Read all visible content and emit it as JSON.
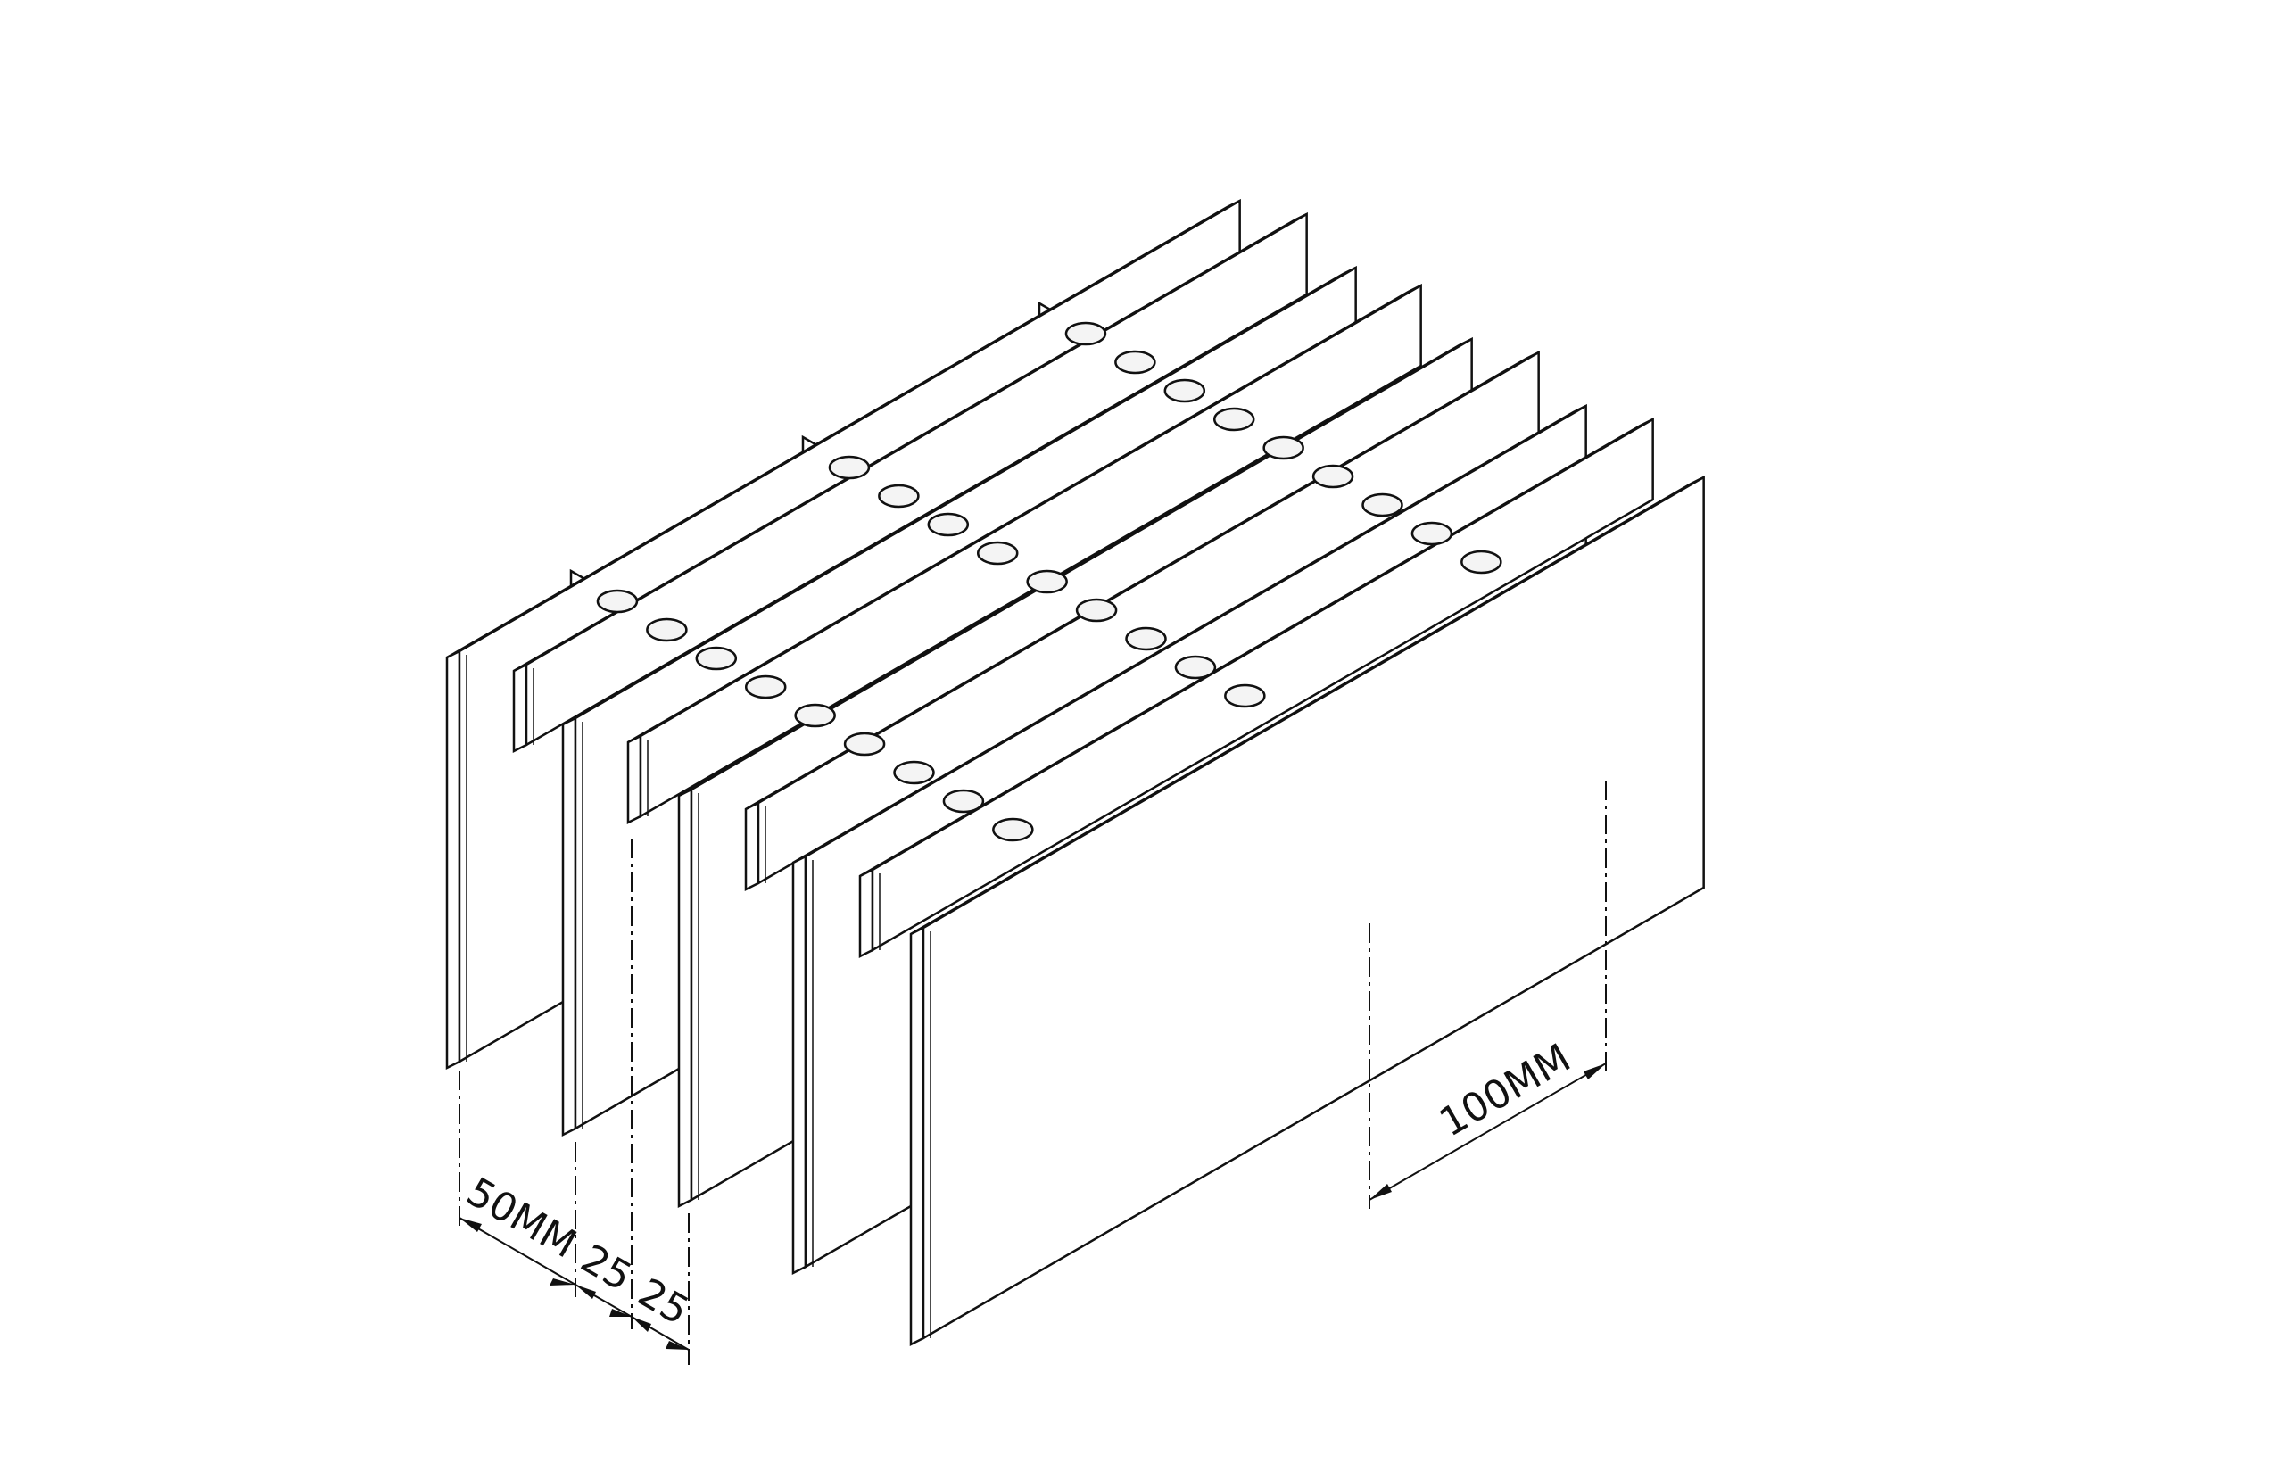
{
  "diagram": {
    "kind": "isometric grating section",
    "colors": {
      "line": "#111111",
      "face": "#ffffff",
      "shade": "#bdbdbd",
      "hatch": "#6e6e6e"
    }
  },
  "dimensions": {
    "d50": "50MM",
    "d25a": "25",
    "d25b": "25",
    "d100": "100MM"
  }
}
